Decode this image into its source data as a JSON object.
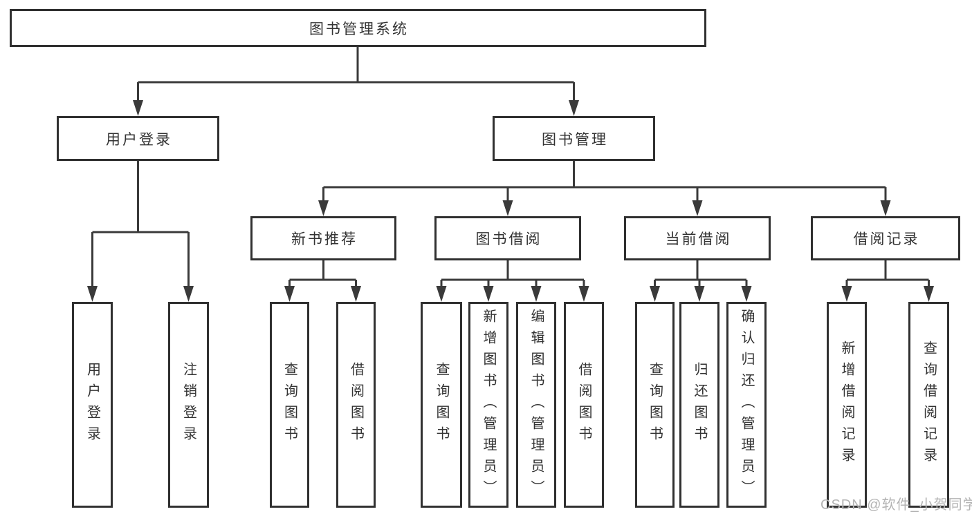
{
  "diagram": {
    "root": "图书管理系统",
    "user_login": {
      "label": "用户登录",
      "children": [
        "用户登录",
        "注销登录"
      ]
    },
    "book_mgmt": {
      "label": "图书管理",
      "groups": [
        {
          "label": "新书推荐",
          "children": [
            "查询图书",
            "借阅图书"
          ]
        },
        {
          "label": "图书借阅",
          "children": [
            "查询图书",
            "新增图书（管理员）",
            "编辑图书（管理员）",
            "借阅图书"
          ]
        },
        {
          "label": "当前借阅",
          "children": [
            "查询图书",
            "归还图书",
            "确认归还（管理员）"
          ]
        },
        {
          "label": "借阅记录",
          "children": [
            "新增借阅记录",
            "查询借阅记录"
          ]
        }
      ]
    }
  },
  "watermark": "CSDN @软件_小贺同学",
  "colors": {
    "line": "#3a3a3a",
    "box_border": "#303030",
    "text": "#333333",
    "watermark": "#b3b3b3",
    "background": "#ffffff"
  }
}
